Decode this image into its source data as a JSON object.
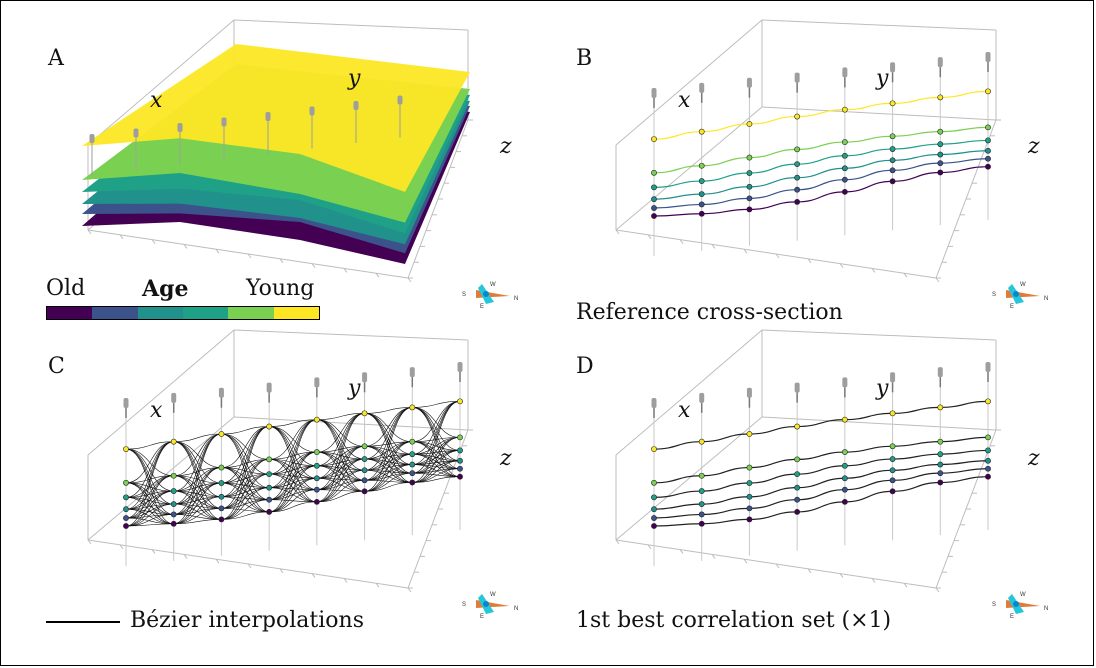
{
  "panels": [
    {
      "letter": "A",
      "x": "x",
      "y": "y",
      "z": "z"
    },
    {
      "letter": "B",
      "x": "x",
      "y": "y",
      "z": "z"
    },
    {
      "letter": "C",
      "x": "x",
      "y": "y",
      "z": "z"
    },
    {
      "letter": "D",
      "x": "x",
      "y": "y",
      "z": "z"
    }
  ],
  "legend": {
    "old": "Old",
    "title": "Age",
    "young": "Young",
    "colors": [
      "#440154",
      "#3b528b",
      "#21918c",
      "#1fa187",
      "#7ad151",
      "#fde725"
    ]
  },
  "captions": {
    "b": "Reference cross-section",
    "c": "Bézier interpolations",
    "d": "1st best correlation set (×1)"
  },
  "compass": {
    "s": "S",
    "w": "W",
    "e": "E",
    "n": "N"
  }
}
